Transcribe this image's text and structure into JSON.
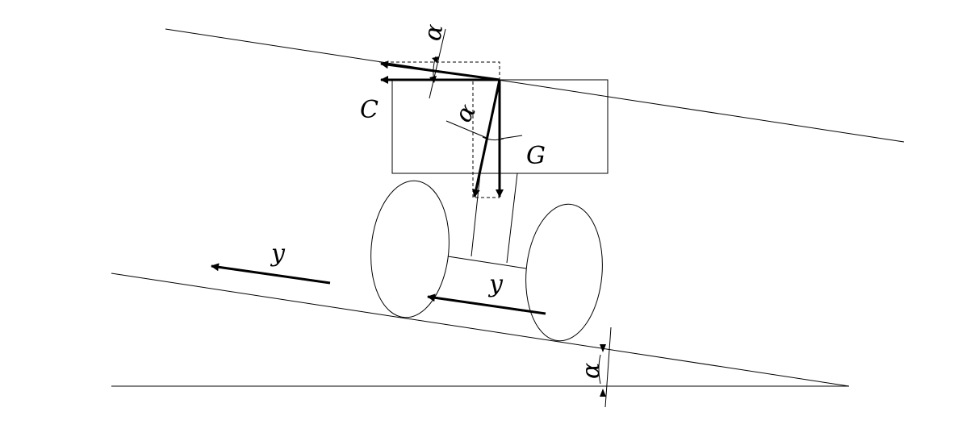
{
  "labels": {
    "centripetal_force": "C",
    "gravity": "G",
    "velocity_ground": "y",
    "velocity_vehicle": "y",
    "angle_top": "α",
    "angle_middle": "α",
    "angle_slope": "α"
  },
  "colors": {
    "ink": "#000000",
    "background": "#ffffff"
  }
}
